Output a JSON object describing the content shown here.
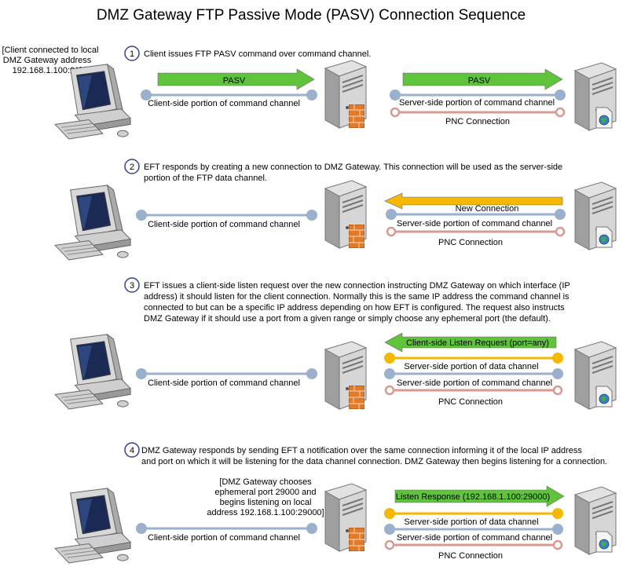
{
  "title": "DMZ Gateway FTP Passive Mode (PASV) Connection Sequence",
  "colors": {
    "green": "#5fc33b",
    "yellow": "#f5b800",
    "blue_line": "#9bb0cc",
    "pnc_line": "#d79a90",
    "step_circle": "#33438a"
  },
  "client_note": [
    "[Client connected to local",
    "DMZ Gateway address",
    "192.168.1.100:21]"
  ],
  "gateway_note": [
    "[DMZ Gateway chooses",
    "ephemeral port 29000 and",
    "begins listening on local",
    "address 192.168.1.100:29000]"
  ],
  "steps": [
    {
      "number": "1",
      "lines": [
        "Client issues FTP PASV command over command channel."
      ]
    },
    {
      "number": "2",
      "lines": [
        "EFT responds by creating a new connection to DMZ Gateway. This connection will be used as the server-side",
        "portion of the FTP data channel."
      ]
    },
    {
      "number": "3",
      "lines": [
        "EFT issues a client-side listen request over the new connection instructing DMZ Gateway on which interface (IP",
        "address) it should listen for the client connection. Normally this is the same IP address the command channel is",
        "connected to but can be a specific IP address depending on how EFT is configured. The request also instructs",
        "DMZ Gateway if it should use a port from a given range or simply choose any ephemeral port (the default)."
      ]
    },
    {
      "number": "4",
      "lines": [
        "DMZ Gateway responds by sending EFT a notification over the same connection informing it of the local IP address",
        "and port on which it will be listening for the data channel connection. DMZ Gateway then begins listening for a connection."
      ]
    }
  ],
  "labels": {
    "pasv": "PASV",
    "client_cmd": "Client-side portion of command channel",
    "server_cmd": "Server-side portion of command channel",
    "server_data": "Server-side portion of data channel",
    "pnc": "PNC Connection",
    "new_connection": "New Connection",
    "listen_request": "Client-side Listen Request (port=any)",
    "listen_response": "Listen Response (192.168.1.100:29000)"
  }
}
